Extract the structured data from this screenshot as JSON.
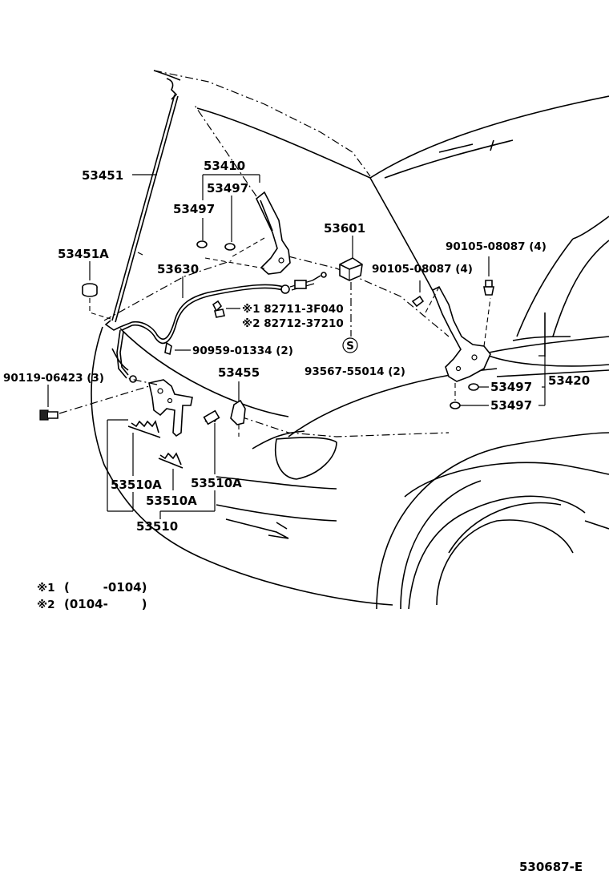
{
  "parts": {
    "p53451": "53451",
    "p53410": "53410",
    "p53497_a": "53497",
    "p53497_b": "53497",
    "p53601": "53601",
    "p90105_r": "90105-08087 (4)",
    "p90105_l": "90105-08087 (4)",
    "p53451A": "53451A",
    "p53630": "53630",
    "note1_part": "※1 82711-3F040",
    "note2_part": "※2 82712-37210",
    "p90959": "90959-01334 (2)",
    "p93567": "93567-55014 (2)",
    "p90119": "90119-06423 (3)",
    "p53455": "53455",
    "p53497_c": "53497",
    "p53497_d": "53497",
    "p53420": "53420",
    "p53510A_a": "53510A",
    "p53510A_b": "53510A",
    "p53510A_c": "53510A",
    "p53510": "53510",
    "s_symbol": "S"
  },
  "notes": {
    "n1_mark": "※1",
    "n1_range": "(        -0104)",
    "n2_mark": "※2",
    "n2_range": "(0104-        )"
  },
  "diagram_id": "530687-E"
}
